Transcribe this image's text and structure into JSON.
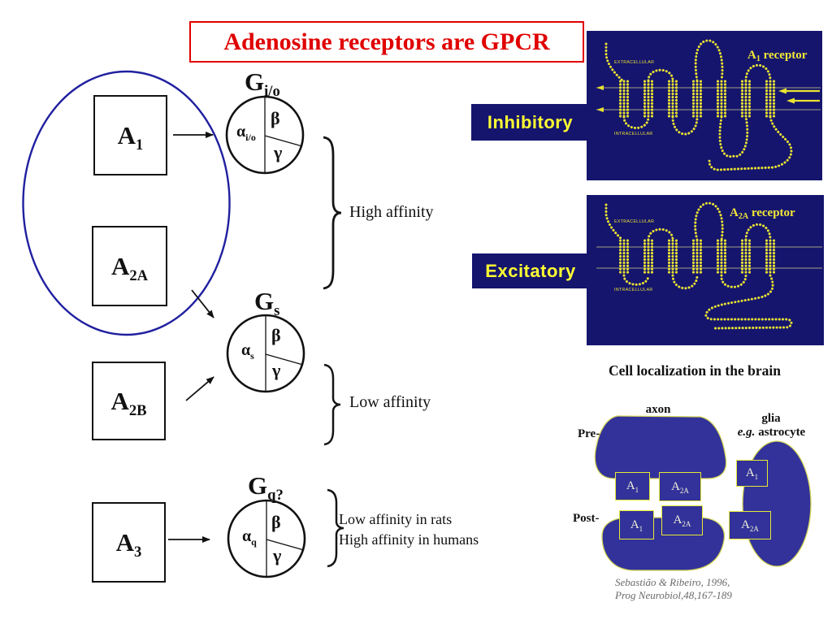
{
  "title": "Adenosine receptors are GPCR",
  "left_diagram": {
    "receptors": [
      {
        "main": "A",
        "sub": "1"
      },
      {
        "main": "A",
        "sub": "2A"
      },
      {
        "main": "A",
        "sub": "2B"
      },
      {
        "main": "A",
        "sub": "3"
      }
    ],
    "g_proteins": [
      {
        "name_main": "G",
        "name_sub": "i/o",
        "alpha": "α",
        "alpha_sub": "i/o",
        "beta": "β",
        "gamma": "γ"
      },
      {
        "name_main": "G",
        "name_sub": "s",
        "alpha": "α",
        "alpha_sub": "s",
        "beta": "β",
        "gamma": "γ"
      },
      {
        "name_main": "G",
        "name_sub": "q?",
        "alpha": "α",
        "alpha_sub": "q",
        "beta": "β",
        "gamma": "γ"
      }
    ],
    "affinity": {
      "high": "High affinity",
      "low": "Low affinity",
      "gq_line1": "Low affinity in rats",
      "gq_line2": "High affinity in humans"
    }
  },
  "right_panel": {
    "signal_labels": {
      "inhibitory": "Inhibitory",
      "excitatory": "Excitatory"
    },
    "receptor_figures": [
      {
        "title_main": "A",
        "title_sub": "1",
        "title_rest": " receptor",
        "extracellular": "EXTRACELLULAR",
        "intracellular": "INTRACELLULAR"
      },
      {
        "title_main": "A",
        "title_sub": "2A",
        "title_rest": " receptor",
        "extracellular": "EXTRACELLULAR",
        "intracellular": "INTRACELLULAR"
      }
    ]
  },
  "cell_localization": {
    "heading": "Cell localization in the brain",
    "axon_label": "axon",
    "pre_label": "Pre-",
    "post_label": "Post-",
    "glia_label": "glia",
    "glia_eg": "e.g.",
    "glia_type": " astrocyte",
    "boxes": [
      {
        "main": "A",
        "sub": "1"
      },
      {
        "main": "A",
        "sub": "2A"
      },
      {
        "main": "A",
        "sub": "1"
      },
      {
        "main": "A",
        "sub": "1"
      },
      {
        "main": "A",
        "sub": "2A"
      },
      {
        "main": "A",
        "sub": "2A"
      }
    ],
    "citation": {
      "line1": "Sebastião & Ribeiro, 1996,",
      "line2": "Prog Neurobiol,48,167-189"
    }
  },
  "colors": {
    "title_red": "#e00000",
    "navy": "#15156e",
    "figure_yellow": "#e9e232",
    "label_yellow": "#ffff33",
    "cell_blue": "#32329a",
    "cell_outline_yellow": "#d6d65a",
    "ellipse_blue": "#2020a0"
  }
}
